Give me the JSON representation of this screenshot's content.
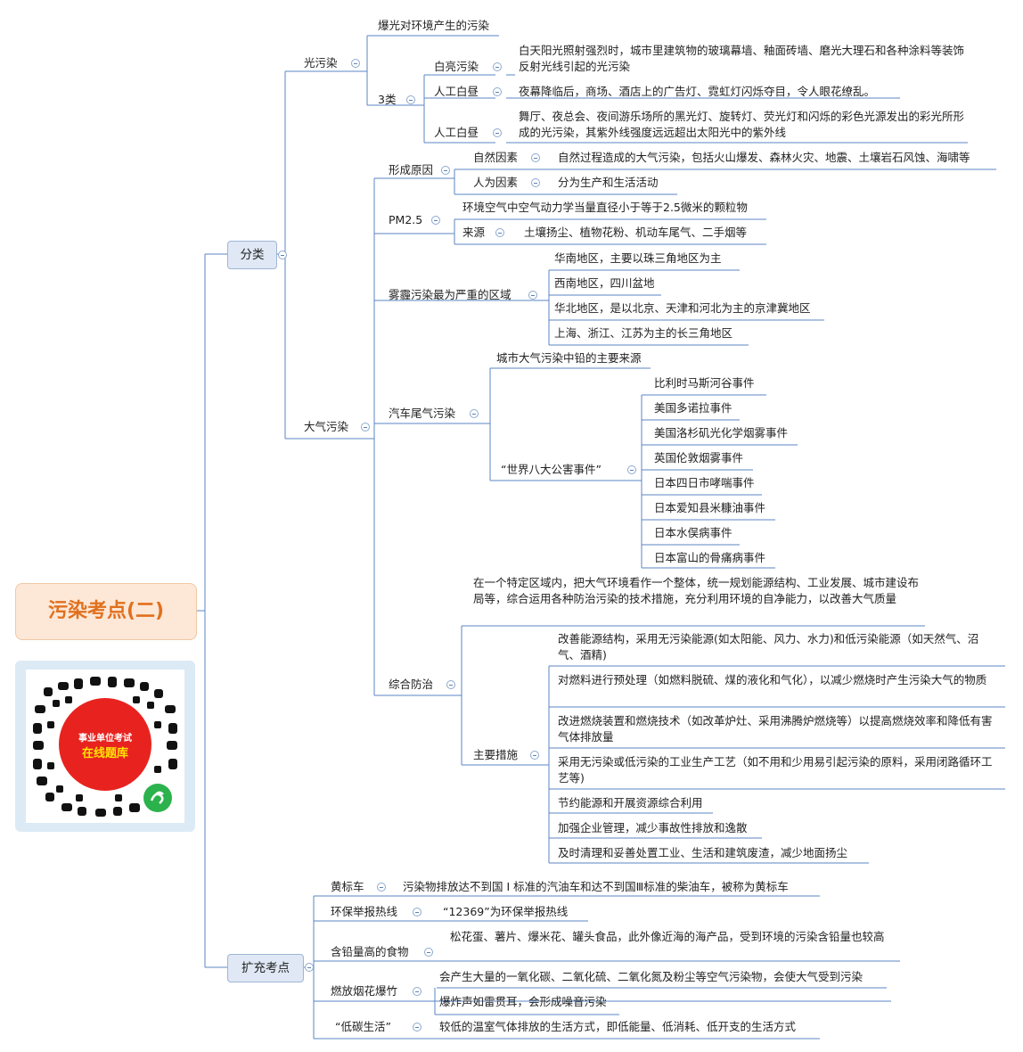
{
  "root": {
    "title": "污染考点(二)"
  },
  "qr": {
    "line1": "事业单位考试",
    "line2": "在线题库",
    "accent": "#e8231f"
  },
  "branches": {
    "classify": "分类",
    "extension": "扩充考点"
  },
  "light": {
    "label": "光污染",
    "def": "爆光对环境产生的污染",
    "three": "3类",
    "white": {
      "label": "白亮污染",
      "desc": "白天阳光照射强烈时，城市里建筑物的玻璃幕墙、釉面砖墙、磨光大理石和各种涂料等装饰反射光线引起的光污染"
    },
    "artificial1": {
      "label": "人工白昼",
      "desc": "夜幕降临后，商场、酒店上的广告灯、霓虹灯闪烁夺目，令人眼花缭乱。"
    },
    "artificial2": {
      "label": "人工白昼",
      "desc": "舞厅、夜总会、夜间游乐场所的黑光灯、旋转灯、荧光灯和闪烁的彩色光源发出的彩光所形成的光污染，其紫外线强度远远超出太阳光中的紫外线"
    }
  },
  "air": {
    "label": "大气污染",
    "cause": {
      "label": "形成原因",
      "natural": "自然因素",
      "natural_desc": "自然过程造成的大气污染，包括火山爆发、森林火灾、地震、土壤岩石风蚀、海啸等",
      "human": "人为因素",
      "human_desc": "分为生产和生活活动"
    },
    "pm": {
      "label": "PM2.5",
      "def": "环境空气中空气动力学当量直径小于等于2.5微米的颗粒物",
      "source": "来源",
      "source_desc": "土壤扬尘、植物花粉、机动车尾气、二手烟等"
    },
    "haze": {
      "label": "雾霾污染最为严重的区域",
      "items": [
        "华南地区，主要以珠三角地区为主",
        "西南地区，四川盆地",
        "华北地区，是以北京、天津和河北为主的京津冀地区",
        "上海、浙江、江苏为主的长三角地区"
      ]
    },
    "exhaust": {
      "label": "汽车尾气污染",
      "lead": "城市大气污染中铅的主要来源",
      "eight": "“世界八大公害事件”",
      "events": [
        "比利时马斯河谷事件",
        "美国多诺拉事件",
        "美国洛杉矶光化学烟雾事件",
        "英国伦敦烟雾事件",
        "日本四日市哮喘事件",
        "日本爱知县米糠油事件",
        "日本水俣病事件",
        "日本富山的骨痛病事件"
      ]
    },
    "prevention": {
      "label": "综合防治",
      "def": "在一个特定区域内，把大气环境看作一个整体，统一规划能源结构、工业发展、城市建设布局等，综合运用各种防治污染的技术措施，充分利用环境的自净能力，以改善大气质量",
      "measures_label": "主要措施",
      "measures": [
        "改善能源结构，采用无污染能源(如太阳能、风力、水力)和低污染能源（如天然气、沼气、酒精)",
        "对燃料进行预处理（如燃料脱硫、煤的液化和气化），以减少燃烧时产生污染大气的物质",
        "改进燃烧装置和燃烧技术（如改革炉灶、采用沸腾炉燃烧等）以提高燃烧效率和降低有害气体排放量",
        "采用无污染或低污染的工业生产工艺（如不用和少用易引起污染的原料，采用闭路循环工艺等)",
        "节约能源和开展资源综合利用",
        "加强企业管理，减少事故性排放和逸散",
        "及时清理和妥善处置工业、生活和建筑废渣，减少地面扬尘"
      ]
    }
  },
  "extension": {
    "yellow": {
      "label": "黄标车",
      "desc": "污染物排放达不到国 I 标准的汽油车和达不到国Ⅲ标准的柴油车，被称为黄标车"
    },
    "hotline": {
      "label": "环保举报热线",
      "desc": "“12369”为环保举报热线"
    },
    "lead_food": {
      "label": "含铅量高的食物",
      "desc": "松花蛋、薯片、爆米花、罐头食品，此外像近海的海产品，受到环境的污染含铅量也较高"
    },
    "fireworks": {
      "label": "燃放烟花爆竹",
      "desc1": "会产生大量的一氧化碳、二氧化硫、二氧化氮及粉尘等空气污染物，会使大气受到污染",
      "desc2": "爆炸声如雷贯耳，会形成噪音污染"
    },
    "lowcarbon": {
      "label": "“低碳生活”",
      "desc": "较低的温室气体排放的生活方式，即低能量、低消耗、低开支的生活方式"
    }
  }
}
